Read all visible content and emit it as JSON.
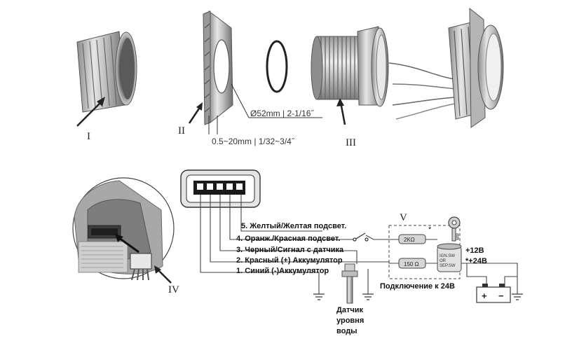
{
  "parts": {
    "label_1": "I",
    "label_2": "II",
    "label_3": "III",
    "label_4": "IV",
    "label_5": "V"
  },
  "dimensions": {
    "hole_diameter": "Ø52mm | 2-1/16˝",
    "panel_thickness": "0.5~20mm | 1/32~3/4˝"
  },
  "wiring": {
    "wire_5": "5. Желтый/Желтая подсвет.",
    "wire_4": "4. Оранж./Красная подсвет.",
    "wire_3": "3. Черный/Сигнал с датчика",
    "wire_2": "2. Красный (+) Аккумулятор",
    "wire_1": "1. Синий (-)Аккумулятор",
    "resistor_1": "2KΩ",
    "resistor_2": "150 Ω",
    "ignition_1": "IGN.SW",
    "ignition_2": "OR",
    "ignition_3": "SEP.SW",
    "star_1": "*",
    "star_2": "*",
    "v12": "+12В",
    "v24": "*+24В",
    "conn_24": "Подключение к 24В",
    "sensor_1": "Датчик",
    "sensor_2": "уровня",
    "sensor_3": "воды",
    "battery_plus": "+",
    "battery_minus": "−"
  },
  "colors": {
    "line": "#333333",
    "metal_light": "#d9d9d9",
    "metal_dark": "#7a7a7a"
  }
}
